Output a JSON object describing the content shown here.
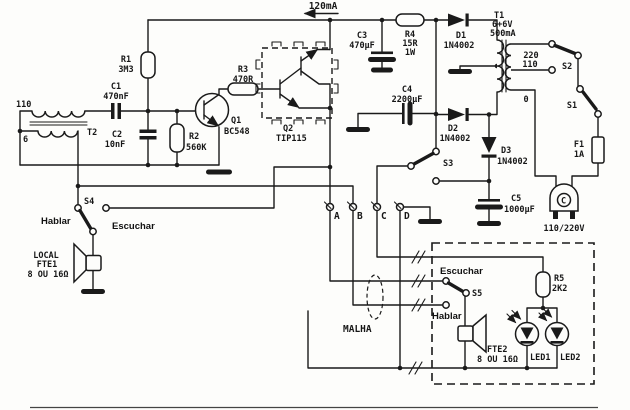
{
  "schematic": {
    "current_note": "120mA",
    "t2": {
      "name": "T2",
      "tap_top": "110",
      "tap_bottom": "6"
    },
    "r1": {
      "name": "R1",
      "value": "3M3"
    },
    "c1": {
      "name": "C1",
      "value": "470nF"
    },
    "c2": {
      "name": "C2",
      "value": "10nF"
    },
    "r2": {
      "name": "R2",
      "value": "560K"
    },
    "q1": {
      "name": "Q1",
      "value": "BC548"
    },
    "r3": {
      "name": "R3",
      "value": "470R"
    },
    "q2": {
      "name": "Q2",
      "value": "TIP115"
    },
    "c3": {
      "name": "C3",
      "value": "470µF"
    },
    "r4": {
      "name": "R4",
      "value": "15R",
      "power": "1W"
    },
    "d1": {
      "name": "D1",
      "value": "1N4002"
    },
    "d2": {
      "name": "D2",
      "value": "1N4002"
    },
    "d3": {
      "name": "D3",
      "value": "1N4002"
    },
    "c4": {
      "name": "C4",
      "value": "2200µF"
    },
    "c5": {
      "name": "C5",
      "value": "1000µF"
    },
    "r5": {
      "name": "R5",
      "value": "2K2"
    },
    "f1": {
      "name": "F1",
      "value": "1A"
    },
    "t1": {
      "name": "T1",
      "voltage": "6+6V",
      "current": "500mA",
      "tap_220": "220",
      "tap_110": "110",
      "tap_0": "0"
    },
    "s1": {
      "name": "S1"
    },
    "s2": {
      "name": "S2"
    },
    "s3": {
      "name": "S3"
    },
    "s4": {
      "name": "S4",
      "talk": "Hablar",
      "listen": "Escuchar"
    },
    "s5": {
      "name": "S5",
      "talk": "Hablar",
      "listen": "Escuchar"
    },
    "plug": {
      "label": "110/220V",
      "letter": "C"
    },
    "fte1": {
      "line1": "LOCAL",
      "line2": "FTE1",
      "line3": "8 OU 16Ω"
    },
    "fte2": {
      "name": "FTE2",
      "impedance": "8 OU 16Ω"
    },
    "led1": "LED1",
    "led2": "LED2",
    "terminals": {
      "a": "A",
      "b": "B",
      "c": "C",
      "d": "D"
    },
    "shield": "MALHA"
  }
}
